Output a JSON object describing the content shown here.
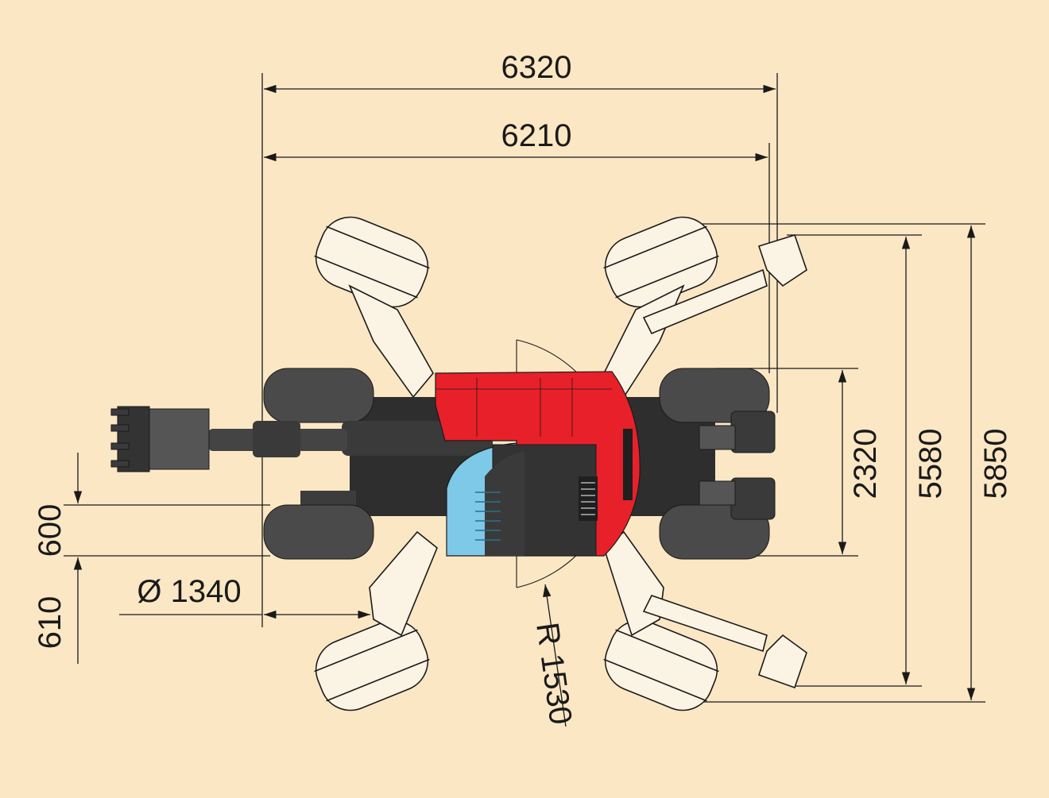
{
  "colors": {
    "background": "#fbe7c4",
    "body_red": "#e8202a",
    "engine_blue": "#7ec8e8",
    "tire_grey": "#4a4a4a",
    "frame_dark": "#2e2e2e",
    "outline": "#1a1a1a",
    "tire_light": "#fbf3e3"
  },
  "dimensions": {
    "overall_length": "6320",
    "length_inner": "6210",
    "track_width_inner": "2320",
    "width_mid": "5580",
    "overall_width": "5850",
    "wheel_offset_600": "600",
    "wheel_offset_610": "610",
    "wheel_diameter": "Ø 1340",
    "tail_radius": "R 1530"
  }
}
